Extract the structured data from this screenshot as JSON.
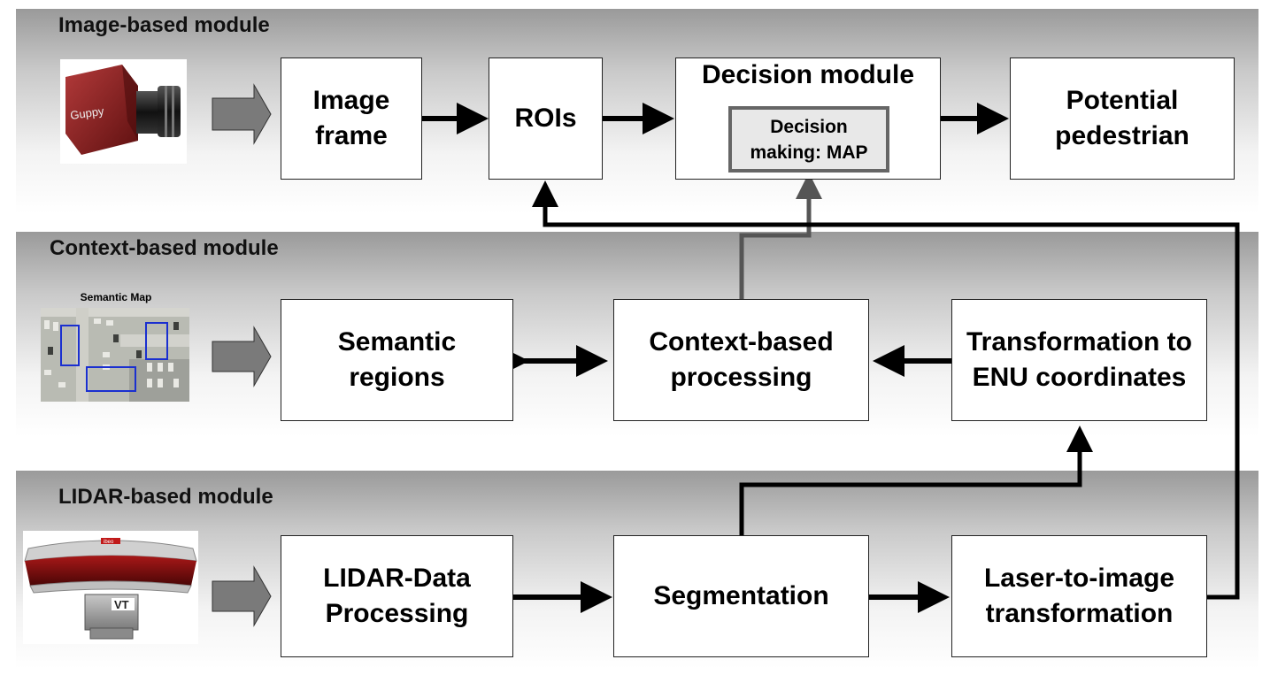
{
  "modules": {
    "image": {
      "title": "Image-based module"
    },
    "context": {
      "title": "Context-based module"
    },
    "lidar": {
      "title": "LIDAR-based module"
    }
  },
  "camera": {
    "brand_text": "Guppy",
    "icon": "camera-icon"
  },
  "semantic_map": {
    "title": "Semantic Map",
    "icon": "aerial-map-icon"
  },
  "lidar_sensor": {
    "badge_text": "ibeo",
    "base_text": "VT",
    "icon": "lidar-sensor-icon"
  },
  "boxes": {
    "image_frame": "Image\nframe",
    "rois": "ROIs",
    "decision_module": "Decision module",
    "decision_making": "Decision\nmaking: MAP",
    "potential_pedestrian": "Potential\npedestrian",
    "semantic_regions": "Semantic\nregions",
    "context_processing": "Context-based\nprocessing",
    "enu_transform": "Transformation to\nENU coordinates",
    "lidar_processing": "LIDAR-Data\nProcessing",
    "segmentation": "Segmentation",
    "laser_to_image": "Laser-to-image\ntransformation"
  },
  "colors": {
    "arrow": "#000000",
    "context_link": "#555555",
    "input_arrow": "#777777",
    "camera_body": "#8b1a1a",
    "lidar_window": "#8b1010",
    "map_regions": "#1a2fd0"
  }
}
